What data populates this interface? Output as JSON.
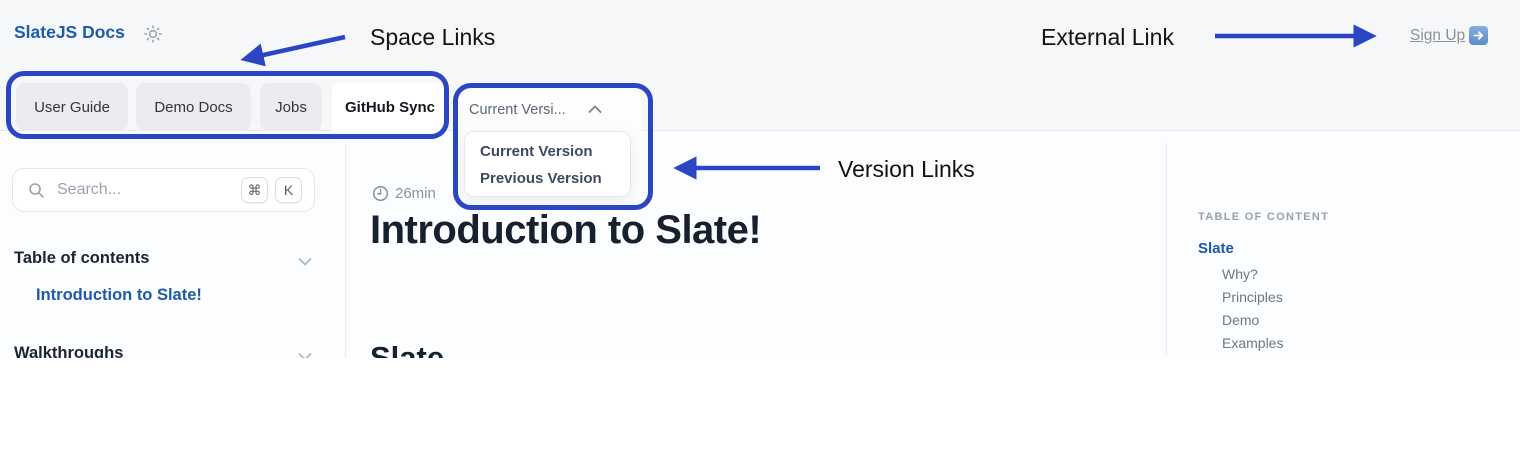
{
  "header": {
    "brand": "SlateJS Docs",
    "space_tabs": [
      {
        "label": "User Guide",
        "active": false
      },
      {
        "label": "Demo Docs",
        "active": false
      },
      {
        "label": "Jobs",
        "active": false
      },
      {
        "label": "GitHub Sync",
        "active": true
      }
    ],
    "version_selector": {
      "button_label": "Current Versi...",
      "options": [
        {
          "label": "Current Version"
        },
        {
          "label": "Previous Version"
        }
      ]
    },
    "signup_label": "Sign Up"
  },
  "annotations": {
    "space_links_label": "Space Links",
    "external_link_label": "External Link",
    "version_links_label": "Version Links"
  },
  "sidebar": {
    "search": {
      "placeholder": "Search...",
      "shortcut_keys": [
        "⌘",
        "K"
      ]
    },
    "sections": [
      {
        "label": "Table of contents"
      },
      {
        "label": "Walkthroughs"
      }
    ],
    "active_page": "Introduction to Slate!"
  },
  "main": {
    "read_time": "26min",
    "title": "Introduction to Slate!",
    "section_heading": "Slate"
  },
  "toc": {
    "heading": "TABLE OF CONTENT",
    "items": [
      {
        "label": "Slate",
        "level": 0,
        "active": true
      },
      {
        "label": "Why?",
        "level": 1
      },
      {
        "label": "Principles",
        "level": 1
      },
      {
        "label": "Demo",
        "level": 1
      },
      {
        "label": "Examples",
        "level": 1
      }
    ]
  },
  "colors": {
    "annotation_blue": "#2b46c4",
    "brand_blue": "#1d5bac",
    "toc_active_blue": "#1d56b0",
    "header_bg": "#f6f7f9",
    "tab_bg": "#ececf0",
    "heading_text": "#16202e",
    "muted_text": "#8b929e"
  }
}
